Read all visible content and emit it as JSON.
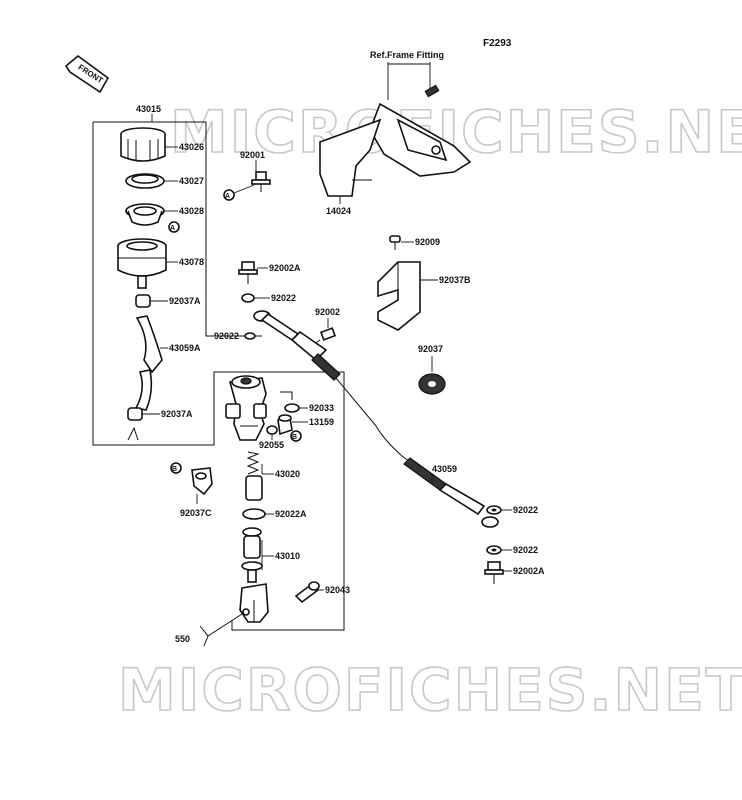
{
  "diagram_code": "F2293",
  "front_label": "FRONT",
  "ref_note": "Ref.Frame Fitting",
  "marker_a": "A",
  "marker_b": "B",
  "watermark": "MICROFICHES.NET",
  "parts": {
    "p43015": "43015",
    "p43026": "43026",
    "p43027": "43027",
    "p43028": "43028",
    "p43078": "43078",
    "p92037A_top": "92037A",
    "p43059A": "43059A",
    "p92037A_bot": "92037A",
    "p92001": "92001",
    "p14024": "14024",
    "p92009": "92009",
    "p92037B": "92037B",
    "p92002A_top": "92002A",
    "p92022_top": "92022",
    "p92002": "92002",
    "p92022_left": "92022",
    "p92037": "92037",
    "p92033": "92033",
    "p13159": "13159",
    "p92055": "92055",
    "p43020": "43020",
    "p92037C": "92037C",
    "p92022A": "92022A",
    "p43059": "43059",
    "p92022_r1": "92022",
    "p92022_r2": "92022",
    "p92002A_bot": "92002A",
    "p43010": "43010",
    "p92043": "92043",
    "p550": "550"
  }
}
